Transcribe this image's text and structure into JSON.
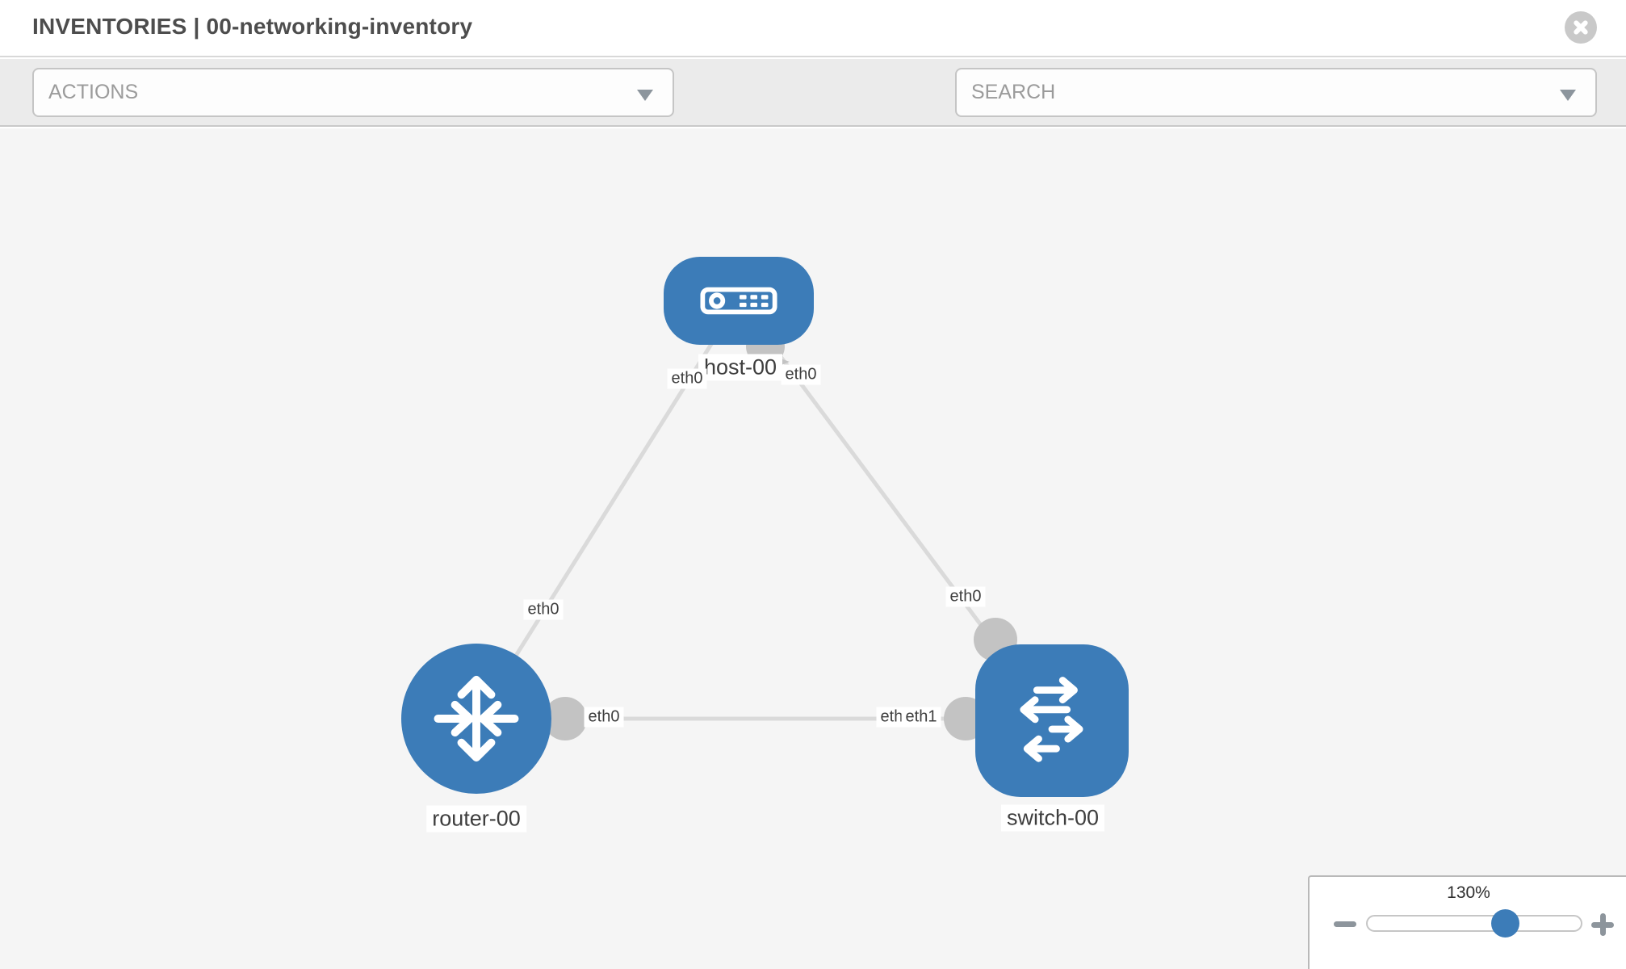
{
  "header": {
    "title": "INVENTORIES | 00-networking-inventory"
  },
  "toolbar": {
    "actions_label": "ACTIONS",
    "search_label": "SEARCH"
  },
  "topology": {
    "nodes": [
      {
        "id": "host-00",
        "type": "host",
        "label": "host-00"
      },
      {
        "id": "router-00",
        "type": "router",
        "label": "router-00"
      },
      {
        "id": "switch-00",
        "type": "switch",
        "label": "switch-00"
      }
    ],
    "links": [
      {
        "from": "host-00",
        "from_interface": "eth0",
        "to": "router-00",
        "to_interface": "eth0"
      },
      {
        "from": "host-00",
        "from_interface": "eth0",
        "to": "switch-00",
        "to_interface": "eth0"
      },
      {
        "from": "router-00",
        "from_interface": "eth0",
        "to": "switch-00",
        "to_interface": "eth1"
      }
    ],
    "interface_labels": [
      {
        "text": "eth0",
        "note": "host-00 left interface"
      },
      {
        "text": "eth0",
        "note": "host-00 right interface"
      },
      {
        "text": "eth0",
        "note": "on host-router link near router"
      },
      {
        "text": "eth0",
        "note": "on host-switch link near switch"
      },
      {
        "text": "eth0",
        "note": "router side of router-switch link"
      },
      {
        "text": "eth0",
        "note": "switch side, partially covered"
      },
      {
        "text": "eth1",
        "note": "switch side, overlapping eth0"
      }
    ]
  },
  "zoom_control": {
    "level": "130%"
  },
  "colors": {
    "node_blue": "#3c7cb8",
    "link_gray": "#dadada",
    "port_gray": "#c3c3c3",
    "toolbar_gray": "#ebebeb",
    "canvas_gray": "#f5f5f5",
    "icon_gray": "#8d959c"
  },
  "icons": {
    "toolbar": [
      "wrench-icon",
      "key-icon"
    ],
    "header": [
      "close-circle-icon"
    ],
    "selects": [
      "caret-down-icon"
    ]
  }
}
